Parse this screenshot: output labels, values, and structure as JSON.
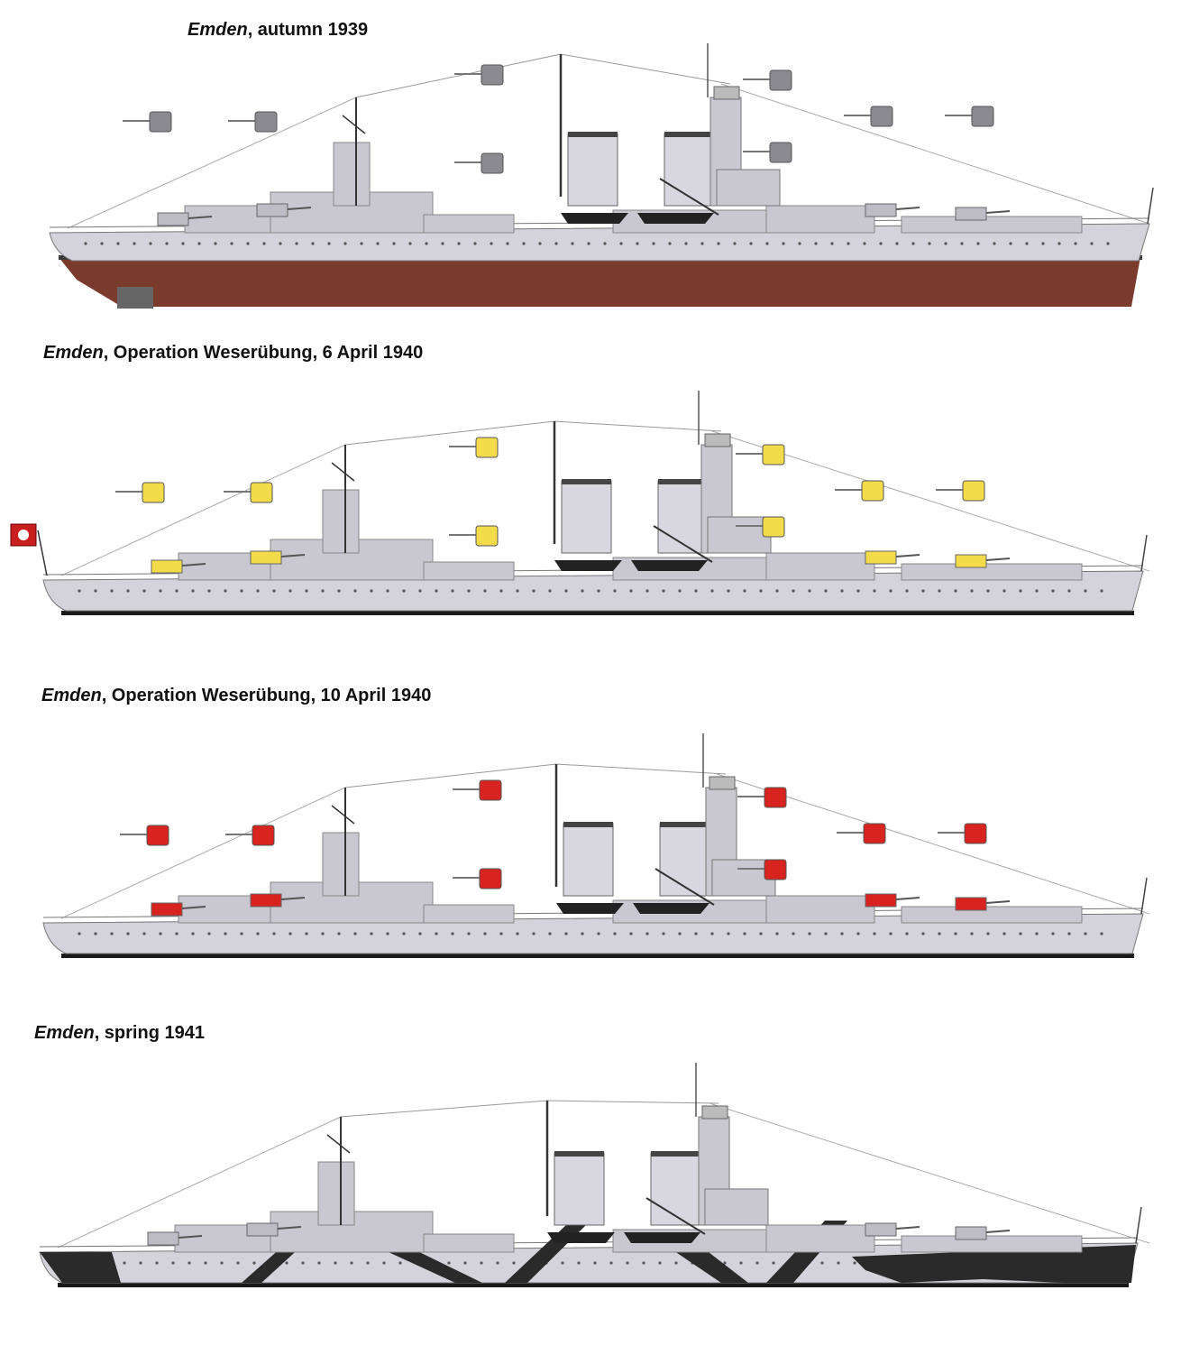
{
  "profiles": [
    {
      "ship": "Emden",
      "label": ", autumn 1939",
      "turret_color": "#8a8a90",
      "hull_color": "#d4d3db",
      "lower_hull_color": "#7a3a2c",
      "boot_color": "#3a3a3a",
      "scheme": "peacetime"
    },
    {
      "ship": "Emden",
      "label": ", Operation Weserübung, 6 April 1940",
      "turret_color": "#f2dc4a",
      "hull_color": "#d4d3db",
      "boot_color": "#1a1a1a",
      "scheme": "flag",
      "flag": "war-ensign"
    },
    {
      "ship": "Emden",
      "label": ", Operation Weserübung, 10 April 1940",
      "turret_color": "#d8231f",
      "hull_color": "#d4d3db",
      "boot_color": "#1a1a1a",
      "scheme": "red-recognition"
    },
    {
      "ship": "Emden",
      "label": ", spring 1941",
      "turret_color": "none",
      "hull_color": "#d4d3db",
      "camo_color": "#2a2a2a",
      "scheme": "disruptive-camouflage"
    }
  ]
}
